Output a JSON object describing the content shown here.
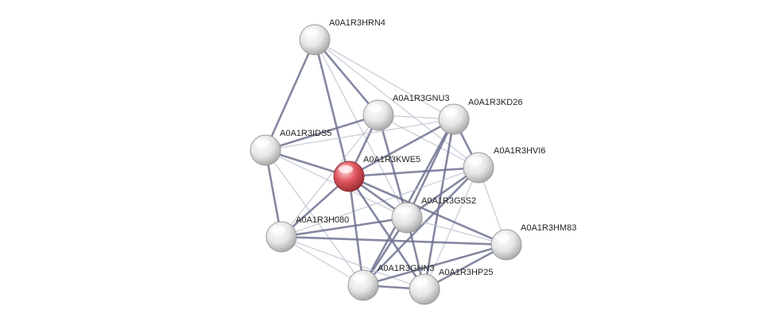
{
  "colors": {
    "node_default": "#f0f0f0",
    "node_default_edge": "#9a9a9a",
    "node_focus": "#e0575f",
    "node_focus_edge": "#8f2f35",
    "edge_strong": "#6f7390",
    "edge_weak": "#b9bccc"
  },
  "nodes": [
    {
      "id": "HRN4",
      "label": "A0A1R3HRN4",
      "focus": false
    },
    {
      "id": "GNU3",
      "label": "A0A1R3GNU3",
      "focus": false
    },
    {
      "id": "KD26",
      "label": "A0A1R3KD26",
      "focus": false
    },
    {
      "id": "IDS5",
      "label": "A0A1R3IDS5",
      "focus": false
    },
    {
      "id": "HVI6",
      "label": "A0A1R3HVI6",
      "focus": false
    },
    {
      "id": "KWE5",
      "label": "A0A1R3KWE5",
      "focus": true
    },
    {
      "id": "G5S2",
      "label": "A0A1R3G5S2",
      "focus": false
    },
    {
      "id": "H080",
      "label": "A0A1R3H080",
      "focus": false
    },
    {
      "id": "HM83",
      "label": "A0A1R3HM83",
      "focus": false
    },
    {
      "id": "GHN3",
      "label": "A0A1R3GHN3",
      "focus": false
    },
    {
      "id": "HP25",
      "label": "A0A1R3HP25",
      "focus": false
    }
  ],
  "edges": [
    {
      "from": "HRN4",
      "to": "IDS5",
      "strength": "strong"
    },
    {
      "from": "HRN4",
      "to": "KWE5",
      "strength": "strong"
    },
    {
      "from": "HRN4",
      "to": "GNU3",
      "strength": "strong"
    },
    {
      "from": "HRN4",
      "to": "KD26",
      "strength": "weak"
    },
    {
      "from": "HRN4",
      "to": "HVI6",
      "strength": "weak"
    },
    {
      "from": "HRN4",
      "to": "G5S2",
      "strength": "weak"
    },
    {
      "from": "GNU3",
      "to": "IDS5",
      "strength": "strong"
    },
    {
      "from": "GNU3",
      "to": "KWE5",
      "strength": "strong"
    },
    {
      "from": "GNU3",
      "to": "KD26",
      "strength": "weak"
    },
    {
      "from": "GNU3",
      "to": "HVI6",
      "strength": "weak"
    },
    {
      "from": "GNU3",
      "to": "G5S2",
      "strength": "strong"
    },
    {
      "from": "GNU3",
      "to": "H080",
      "strength": "weak"
    },
    {
      "from": "KD26",
      "to": "KWE5",
      "strength": "strong"
    },
    {
      "from": "KD26",
      "to": "HVI6",
      "strength": "strong"
    },
    {
      "from": "KD26",
      "to": "G5S2",
      "strength": "strong"
    },
    {
      "from": "KD26",
      "to": "GHN3",
      "strength": "strong"
    },
    {
      "from": "KD26",
      "to": "HP25",
      "strength": "strong"
    },
    {
      "from": "KD26",
      "to": "IDS5",
      "strength": "weak"
    },
    {
      "from": "IDS5",
      "to": "KWE5",
      "strength": "strong"
    },
    {
      "from": "IDS5",
      "to": "H080",
      "strength": "strong"
    },
    {
      "from": "IDS5",
      "to": "GHN3",
      "strength": "weak"
    },
    {
      "from": "IDS5",
      "to": "G5S2",
      "strength": "weak"
    },
    {
      "from": "HVI6",
      "to": "KWE5",
      "strength": "strong"
    },
    {
      "from": "HVI6",
      "to": "G5S2",
      "strength": "strong"
    },
    {
      "from": "HVI6",
      "to": "HM83",
      "strength": "weak"
    },
    {
      "from": "HVI6",
      "to": "HP25",
      "strength": "weak"
    },
    {
      "from": "HVI6",
      "to": "GHN3",
      "strength": "strong"
    },
    {
      "from": "HVI6",
      "to": "H080",
      "strength": "weak"
    },
    {
      "from": "KWE5",
      "to": "G5S2",
      "strength": "strong"
    },
    {
      "from": "KWE5",
      "to": "H080",
      "strength": "strong"
    },
    {
      "from": "KWE5",
      "to": "GHN3",
      "strength": "strong"
    },
    {
      "from": "KWE5",
      "to": "HP25",
      "strength": "strong"
    },
    {
      "from": "KWE5",
      "to": "HM83",
      "strength": "strong"
    },
    {
      "from": "G5S2",
      "to": "H080",
      "strength": "strong"
    },
    {
      "from": "G5S2",
      "to": "GHN3",
      "strength": "strong"
    },
    {
      "from": "G5S2",
      "to": "HP25",
      "strength": "strong"
    },
    {
      "from": "G5S2",
      "to": "HM83",
      "strength": "weak"
    },
    {
      "from": "H080",
      "to": "GHN3",
      "strength": "weak"
    },
    {
      "from": "H080",
      "to": "HM83",
      "strength": "strong"
    },
    {
      "from": "H080",
      "to": "HP25",
      "strength": "weak"
    },
    {
      "from": "HM83",
      "to": "GHN3",
      "strength": "strong"
    },
    {
      "from": "HM83",
      "to": "HP25",
      "strength": "strong"
    },
    {
      "from": "GHN3",
      "to": "HP25",
      "strength": "strong"
    }
  ]
}
